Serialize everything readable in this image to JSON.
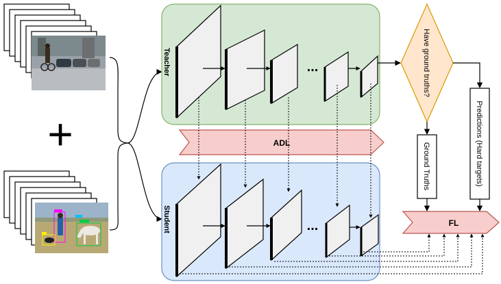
{
  "teacher": {
    "label": "Teacher",
    "fill": "#d5e8d4",
    "stroke": "#82b366"
  },
  "student": {
    "label": "Student",
    "fill": "#dae8fc",
    "stroke": "#6c8ebf"
  },
  "adl": {
    "label": "ADL",
    "fill": "#f8cecc",
    "stroke": "#b85450"
  },
  "fl": {
    "label": "FL",
    "fill": "#f8cecc",
    "stroke": "#b85450"
  },
  "decision": {
    "label": "Have ground truths?",
    "fill": "#ffe6cc",
    "stroke": "#d79b00"
  },
  "ground_truths": {
    "label": "Ground Truths"
  },
  "predictions": {
    "label": "Predictions (Hard targets)"
  },
  "ellipsis": "...",
  "plus_sign": "+",
  "image_top": {
    "description_icon": "street-photo-icon"
  },
  "image_bottom": {
    "description_icon": "dogs-horse-photo-icon"
  }
}
